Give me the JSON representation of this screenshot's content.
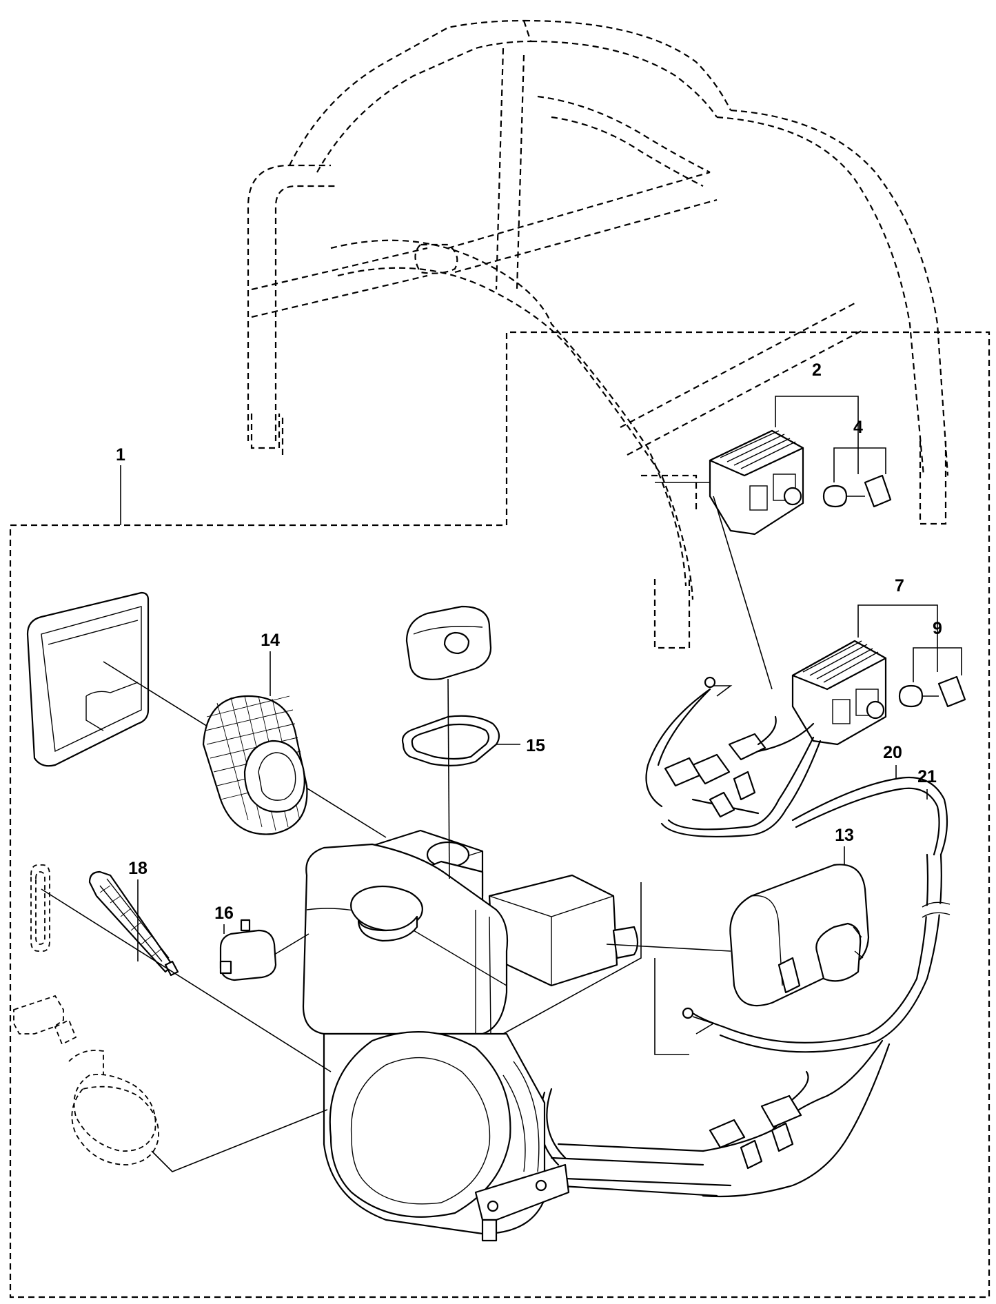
{
  "callouts": [
    {
      "id": "1",
      "text": "1"
    },
    {
      "id": "2",
      "text": "2"
    },
    {
      "id": "4",
      "text": "4"
    },
    {
      "id": "7",
      "text": "7"
    },
    {
      "id": "9",
      "text": "9"
    },
    {
      "id": "13",
      "text": "13"
    },
    {
      "id": "14",
      "text": "14"
    },
    {
      "id": "15",
      "text": "15"
    },
    {
      "id": "16",
      "text": "16"
    },
    {
      "id": "18",
      "text": "18"
    },
    {
      "id": "20",
      "text": "20"
    },
    {
      "id": "21",
      "text": "21"
    }
  ]
}
